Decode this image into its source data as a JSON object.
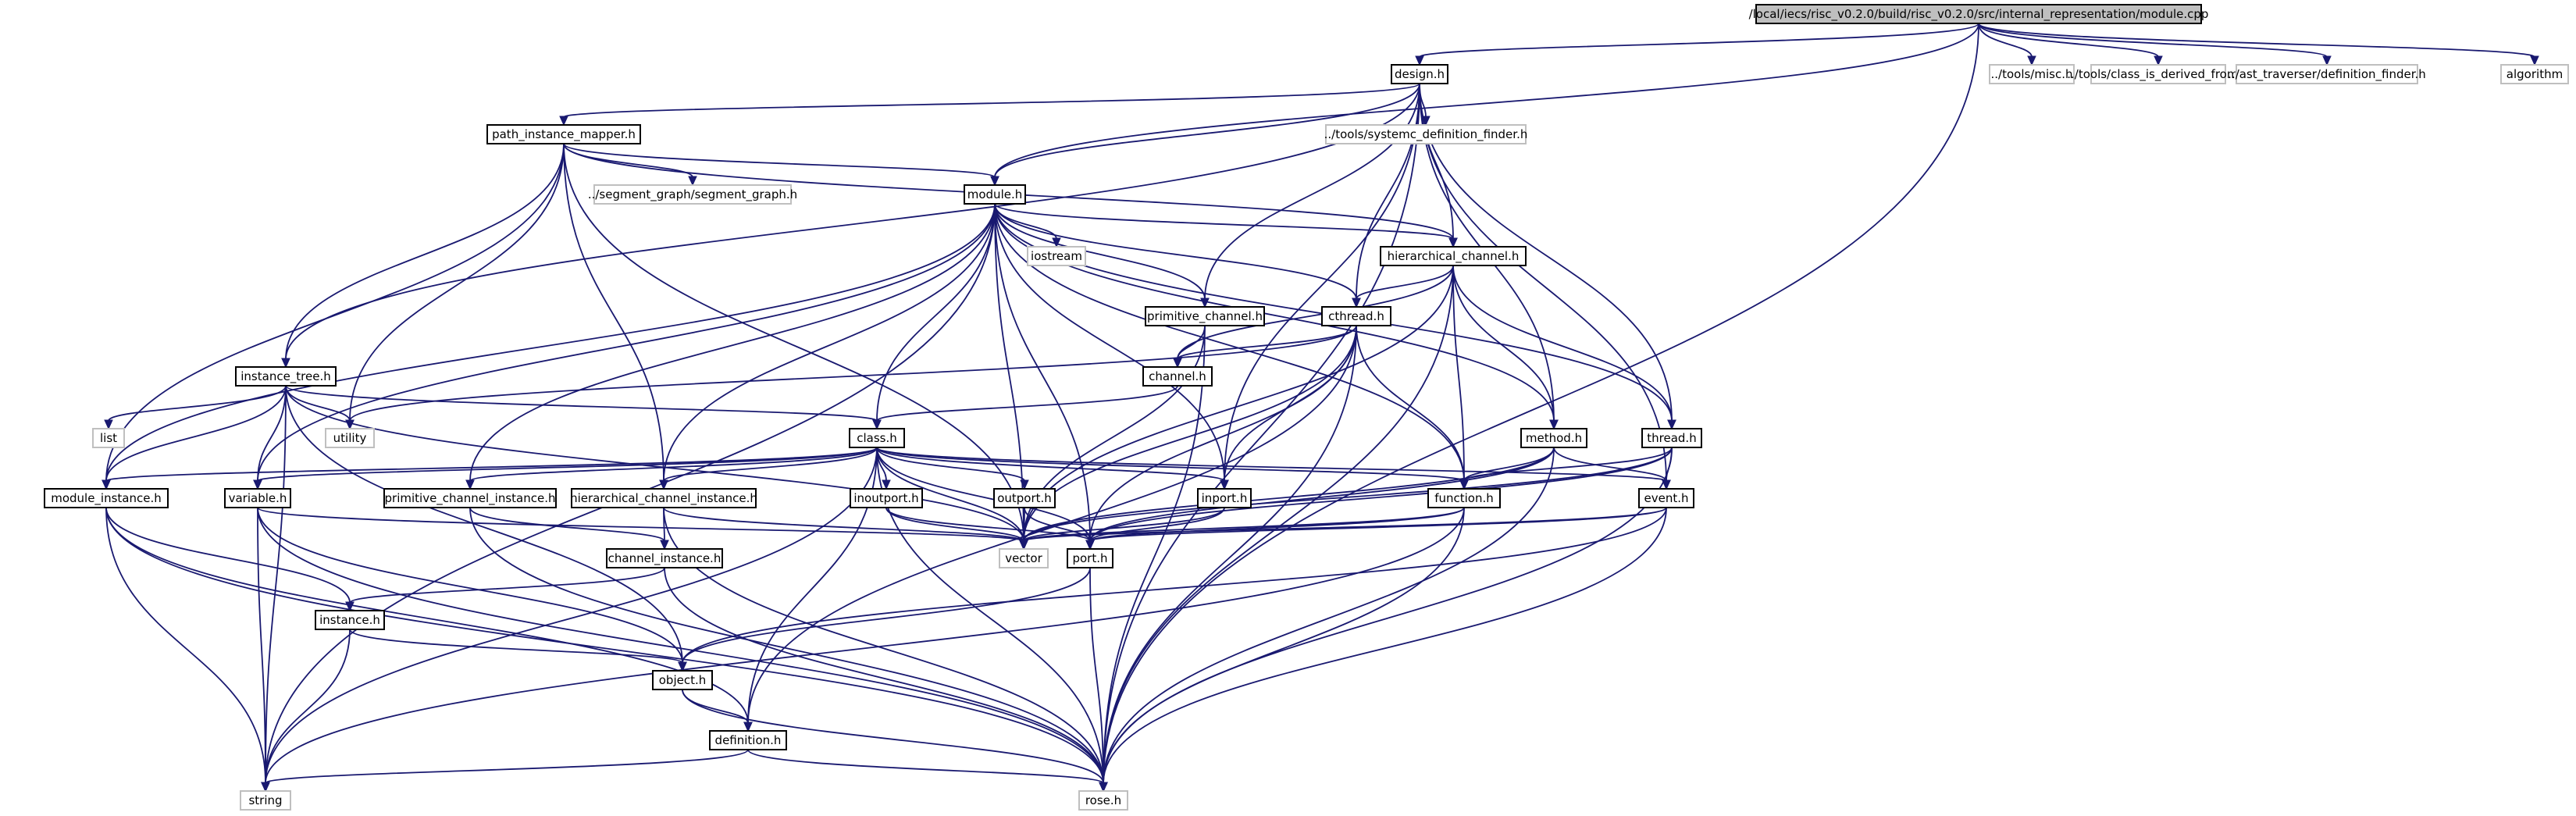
{
  "colors": {
    "edge": "#191970",
    "root_fill": "#bfbfbf",
    "node_border": "#000000",
    "external_border": "#bfbfbf",
    "text": "#000000"
  },
  "nodes": [
    {
      "id": "module_cpp",
      "label": "/local/iecs/risc_v0.2.0/build/risc_v0.2.0/src/internal_representation/module.cpp",
      "kind": "root"
    },
    {
      "id": "design_h",
      "label": "design.h",
      "kind": "file"
    },
    {
      "id": "misc_h",
      "label": "../tools/misc.h",
      "kind": "external"
    },
    {
      "id": "class_is_derived_from_h",
      "label": "../tools/class_is_derived_from.h",
      "kind": "external"
    },
    {
      "id": "definition_finder_h",
      "label": "../ast_traverser/definition_finder.h",
      "kind": "external"
    },
    {
      "id": "algorithm",
      "label": "algorithm",
      "kind": "external"
    },
    {
      "id": "path_instance_mapper_h",
      "label": "path_instance_mapper.h",
      "kind": "file"
    },
    {
      "id": "systemc_definition_finder_h",
      "label": "../tools/systemc_definition_finder.h",
      "kind": "external"
    },
    {
      "id": "segment_graph_h",
      "label": "../segment_graph/segment_graph.h",
      "kind": "external"
    },
    {
      "id": "module_h",
      "label": "module.h",
      "kind": "file"
    },
    {
      "id": "hierarchical_channel_h",
      "label": "hierarchical_channel.h",
      "kind": "file"
    },
    {
      "id": "iostream",
      "label": "iostream",
      "kind": "external"
    },
    {
      "id": "primitive_channel_h",
      "label": "primitive_channel.h",
      "kind": "file"
    },
    {
      "id": "cthread_h",
      "label": "cthread.h",
      "kind": "file"
    },
    {
      "id": "channel_h",
      "label": "channel.h",
      "kind": "file"
    },
    {
      "id": "instance_tree_h",
      "label": "instance_tree.h",
      "kind": "file"
    },
    {
      "id": "list",
      "label": "list",
      "kind": "external"
    },
    {
      "id": "utility",
      "label": "utility",
      "kind": "external"
    },
    {
      "id": "class_h",
      "label": "class.h",
      "kind": "file"
    },
    {
      "id": "method_h",
      "label": "method.h",
      "kind": "file"
    },
    {
      "id": "thread_h",
      "label": "thread.h",
      "kind": "file"
    },
    {
      "id": "module_instance_h",
      "label": "module_instance.h",
      "kind": "file"
    },
    {
      "id": "variable_h",
      "label": "variable.h",
      "kind": "file"
    },
    {
      "id": "primitive_channel_instance_h",
      "label": "primitive_channel_instance.h",
      "kind": "file"
    },
    {
      "id": "hierarchical_channel_instance_h",
      "label": "hierarchical_channel_instance.h",
      "kind": "file"
    },
    {
      "id": "inoutport_h",
      "label": "inoutport.h",
      "kind": "file"
    },
    {
      "id": "outport_h",
      "label": "outport.h",
      "kind": "file"
    },
    {
      "id": "inport_h",
      "label": "inport.h",
      "kind": "file"
    },
    {
      "id": "function_h",
      "label": "function.h",
      "kind": "file"
    },
    {
      "id": "event_h",
      "label": "event.h",
      "kind": "file"
    },
    {
      "id": "vector",
      "label": "vector",
      "kind": "external"
    },
    {
      "id": "port_h",
      "label": "port.h",
      "kind": "file"
    },
    {
      "id": "channel_instance_h",
      "label": "channel_instance.h",
      "kind": "file"
    },
    {
      "id": "instance_h",
      "label": "instance.h",
      "kind": "file"
    },
    {
      "id": "object_h",
      "label": "object.h",
      "kind": "file"
    },
    {
      "id": "definition_h",
      "label": "definition.h",
      "kind": "file"
    },
    {
      "id": "string",
      "label": "string",
      "kind": "external"
    },
    {
      "id": "rose_h",
      "label": "rose.h",
      "kind": "external"
    }
  ],
  "edges": [
    [
      "module_cpp",
      "design_h"
    ],
    [
      "module_cpp",
      "misc_h"
    ],
    [
      "module_cpp",
      "class_is_derived_from_h"
    ],
    [
      "module_cpp",
      "definition_finder_h"
    ],
    [
      "module_cpp",
      "algorithm"
    ],
    [
      "module_cpp",
      "module_h"
    ],
    [
      "module_cpp",
      "rose_h"
    ],
    [
      "design_h",
      "path_instance_mapper_h"
    ],
    [
      "design_h",
      "systemc_definition_finder_h"
    ],
    [
      "design_h",
      "module_h"
    ],
    [
      "design_h",
      "hierarchical_channel_h"
    ],
    [
      "design_h",
      "primitive_channel_h"
    ],
    [
      "design_h",
      "cthread_h"
    ],
    [
      "design_h",
      "instance_tree_h"
    ],
    [
      "design_h",
      "method_h"
    ],
    [
      "design_h",
      "thread_h"
    ],
    [
      "design_h",
      "event_h"
    ],
    [
      "design_h",
      "rose_h"
    ],
    [
      "design_h",
      "inport_h"
    ],
    [
      "path_instance_mapper_h",
      "segment_graph_h"
    ],
    [
      "path_instance_mapper_h",
      "module_h"
    ],
    [
      "path_instance_mapper_h",
      "instance_tree_h"
    ],
    [
      "path_instance_mapper_h",
      "utility"
    ],
    [
      "path_instance_mapper_h",
      "hierarchical_channel_h"
    ],
    [
      "path_instance_mapper_h",
      "module_instance_h"
    ],
    [
      "path_instance_mapper_h",
      "hierarchical_channel_instance_h"
    ],
    [
      "path_instance_mapper_h",
      "vector"
    ],
    [
      "module_h",
      "iostream"
    ],
    [
      "module_h",
      "hierarchical_channel_h"
    ],
    [
      "module_h",
      "primitive_channel_h"
    ],
    [
      "module_h",
      "cthread_h"
    ],
    [
      "module_h",
      "class_h"
    ],
    [
      "module_h",
      "method_h"
    ],
    [
      "module_h",
      "thread_h"
    ],
    [
      "module_h",
      "function_h"
    ],
    [
      "module_h",
      "vector"
    ],
    [
      "module_h",
      "module_instance_h"
    ],
    [
      "module_h",
      "variable_h"
    ],
    [
      "module_h",
      "primitive_channel_instance_h"
    ],
    [
      "module_h",
      "hierarchical_channel_instance_h"
    ],
    [
      "module_h",
      "port_h"
    ],
    [
      "module_h",
      "string"
    ],
    [
      "module_h",
      "inport_h"
    ],
    [
      "hierarchical_channel_h",
      "cthread_h"
    ],
    [
      "hierarchical_channel_h",
      "channel_h"
    ],
    [
      "hierarchical_channel_h",
      "method_h"
    ],
    [
      "hierarchical_channel_h",
      "thread_h"
    ],
    [
      "hierarchical_channel_h",
      "function_h"
    ],
    [
      "hierarchical_channel_h",
      "vector"
    ],
    [
      "hierarchical_channel_h",
      "rose_h"
    ],
    [
      "primitive_channel_h",
      "channel_h"
    ],
    [
      "primitive_channel_h",
      "vector"
    ],
    [
      "primitive_channel_h",
      "rose_h"
    ],
    [
      "cthread_h",
      "channel_h"
    ],
    [
      "cthread_h",
      "utility"
    ],
    [
      "cthread_h",
      "inport_h"
    ],
    [
      "cthread_h",
      "function_h"
    ],
    [
      "cthread_h",
      "vector"
    ],
    [
      "cthread_h",
      "port_h"
    ],
    [
      "cthread_h",
      "definition_h"
    ],
    [
      "cthread_h",
      "rose_h"
    ],
    [
      "channel_h",
      "class_h"
    ],
    [
      "instance_tree_h",
      "list"
    ],
    [
      "instance_tree_h",
      "utility"
    ],
    [
      "instance_tree_h",
      "class_h"
    ],
    [
      "instance_tree_h",
      "module_instance_h"
    ],
    [
      "instance_tree_h",
      "variable_h"
    ],
    [
      "instance_tree_h",
      "vector"
    ],
    [
      "instance_tree_h",
      "object_h"
    ],
    [
      "instance_tree_h",
      "string"
    ],
    [
      "class_h",
      "module_instance_h"
    ],
    [
      "class_h",
      "variable_h"
    ],
    [
      "class_h",
      "primitive_channel_instance_h"
    ],
    [
      "class_h",
      "hierarchical_channel_instance_h"
    ],
    [
      "class_h",
      "inoutport_h"
    ],
    [
      "class_h",
      "outport_h"
    ],
    [
      "class_h",
      "inport_h"
    ],
    [
      "class_h",
      "function_h"
    ],
    [
      "class_h",
      "event_h"
    ],
    [
      "class_h",
      "vector"
    ],
    [
      "class_h",
      "port_h"
    ],
    [
      "class_h",
      "definition_h"
    ],
    [
      "class_h",
      "string"
    ],
    [
      "class_h",
      "rose_h"
    ],
    [
      "method_h",
      "function_h"
    ],
    [
      "method_h",
      "event_h"
    ],
    [
      "method_h",
      "vector"
    ],
    [
      "method_h",
      "port_h"
    ],
    [
      "method_h",
      "rose_h"
    ],
    [
      "thread_h",
      "function_h"
    ],
    [
      "thread_h",
      "event_h"
    ],
    [
      "thread_h",
      "vector"
    ],
    [
      "thread_h",
      "port_h"
    ],
    [
      "thread_h",
      "rose_h"
    ],
    [
      "module_instance_h",
      "instance_h"
    ],
    [
      "module_instance_h",
      "definition_h"
    ],
    [
      "module_instance_h",
      "string"
    ],
    [
      "module_instance_h",
      "rose_h"
    ],
    [
      "variable_h",
      "vector"
    ],
    [
      "variable_h",
      "object_h"
    ],
    [
      "variable_h",
      "string"
    ],
    [
      "variable_h",
      "rose_h"
    ],
    [
      "primitive_channel_instance_h",
      "channel_instance_h"
    ],
    [
      "primitive_channel_instance_h",
      "rose_h"
    ],
    [
      "hierarchical_channel_instance_h",
      "channel_instance_h"
    ],
    [
      "hierarchical_channel_instance_h",
      "vector"
    ],
    [
      "hierarchical_channel_instance_h",
      "rose_h"
    ],
    [
      "inoutport_h",
      "vector"
    ],
    [
      "inoutport_h",
      "port_h"
    ],
    [
      "outport_h",
      "vector"
    ],
    [
      "outport_h",
      "port_h"
    ],
    [
      "inport_h",
      "vector"
    ],
    [
      "inport_h",
      "port_h"
    ],
    [
      "function_h",
      "vector"
    ],
    [
      "function_h",
      "port_h"
    ],
    [
      "function_h",
      "string"
    ],
    [
      "function_h",
      "rose_h"
    ],
    [
      "event_h",
      "vector"
    ],
    [
      "event_h",
      "port_h"
    ],
    [
      "event_h",
      "object_h"
    ],
    [
      "event_h",
      "rose_h"
    ],
    [
      "port_h",
      "object_h"
    ],
    [
      "port_h",
      "rose_h"
    ],
    [
      "channel_instance_h",
      "instance_h"
    ],
    [
      "channel_instance_h",
      "rose_h"
    ],
    [
      "instance_h",
      "object_h"
    ],
    [
      "instance_h",
      "string"
    ],
    [
      "object_h",
      "definition_h"
    ],
    [
      "object_h",
      "rose_h"
    ],
    [
      "definition_h",
      "string"
    ],
    [
      "definition_h",
      "rose_h"
    ]
  ]
}
